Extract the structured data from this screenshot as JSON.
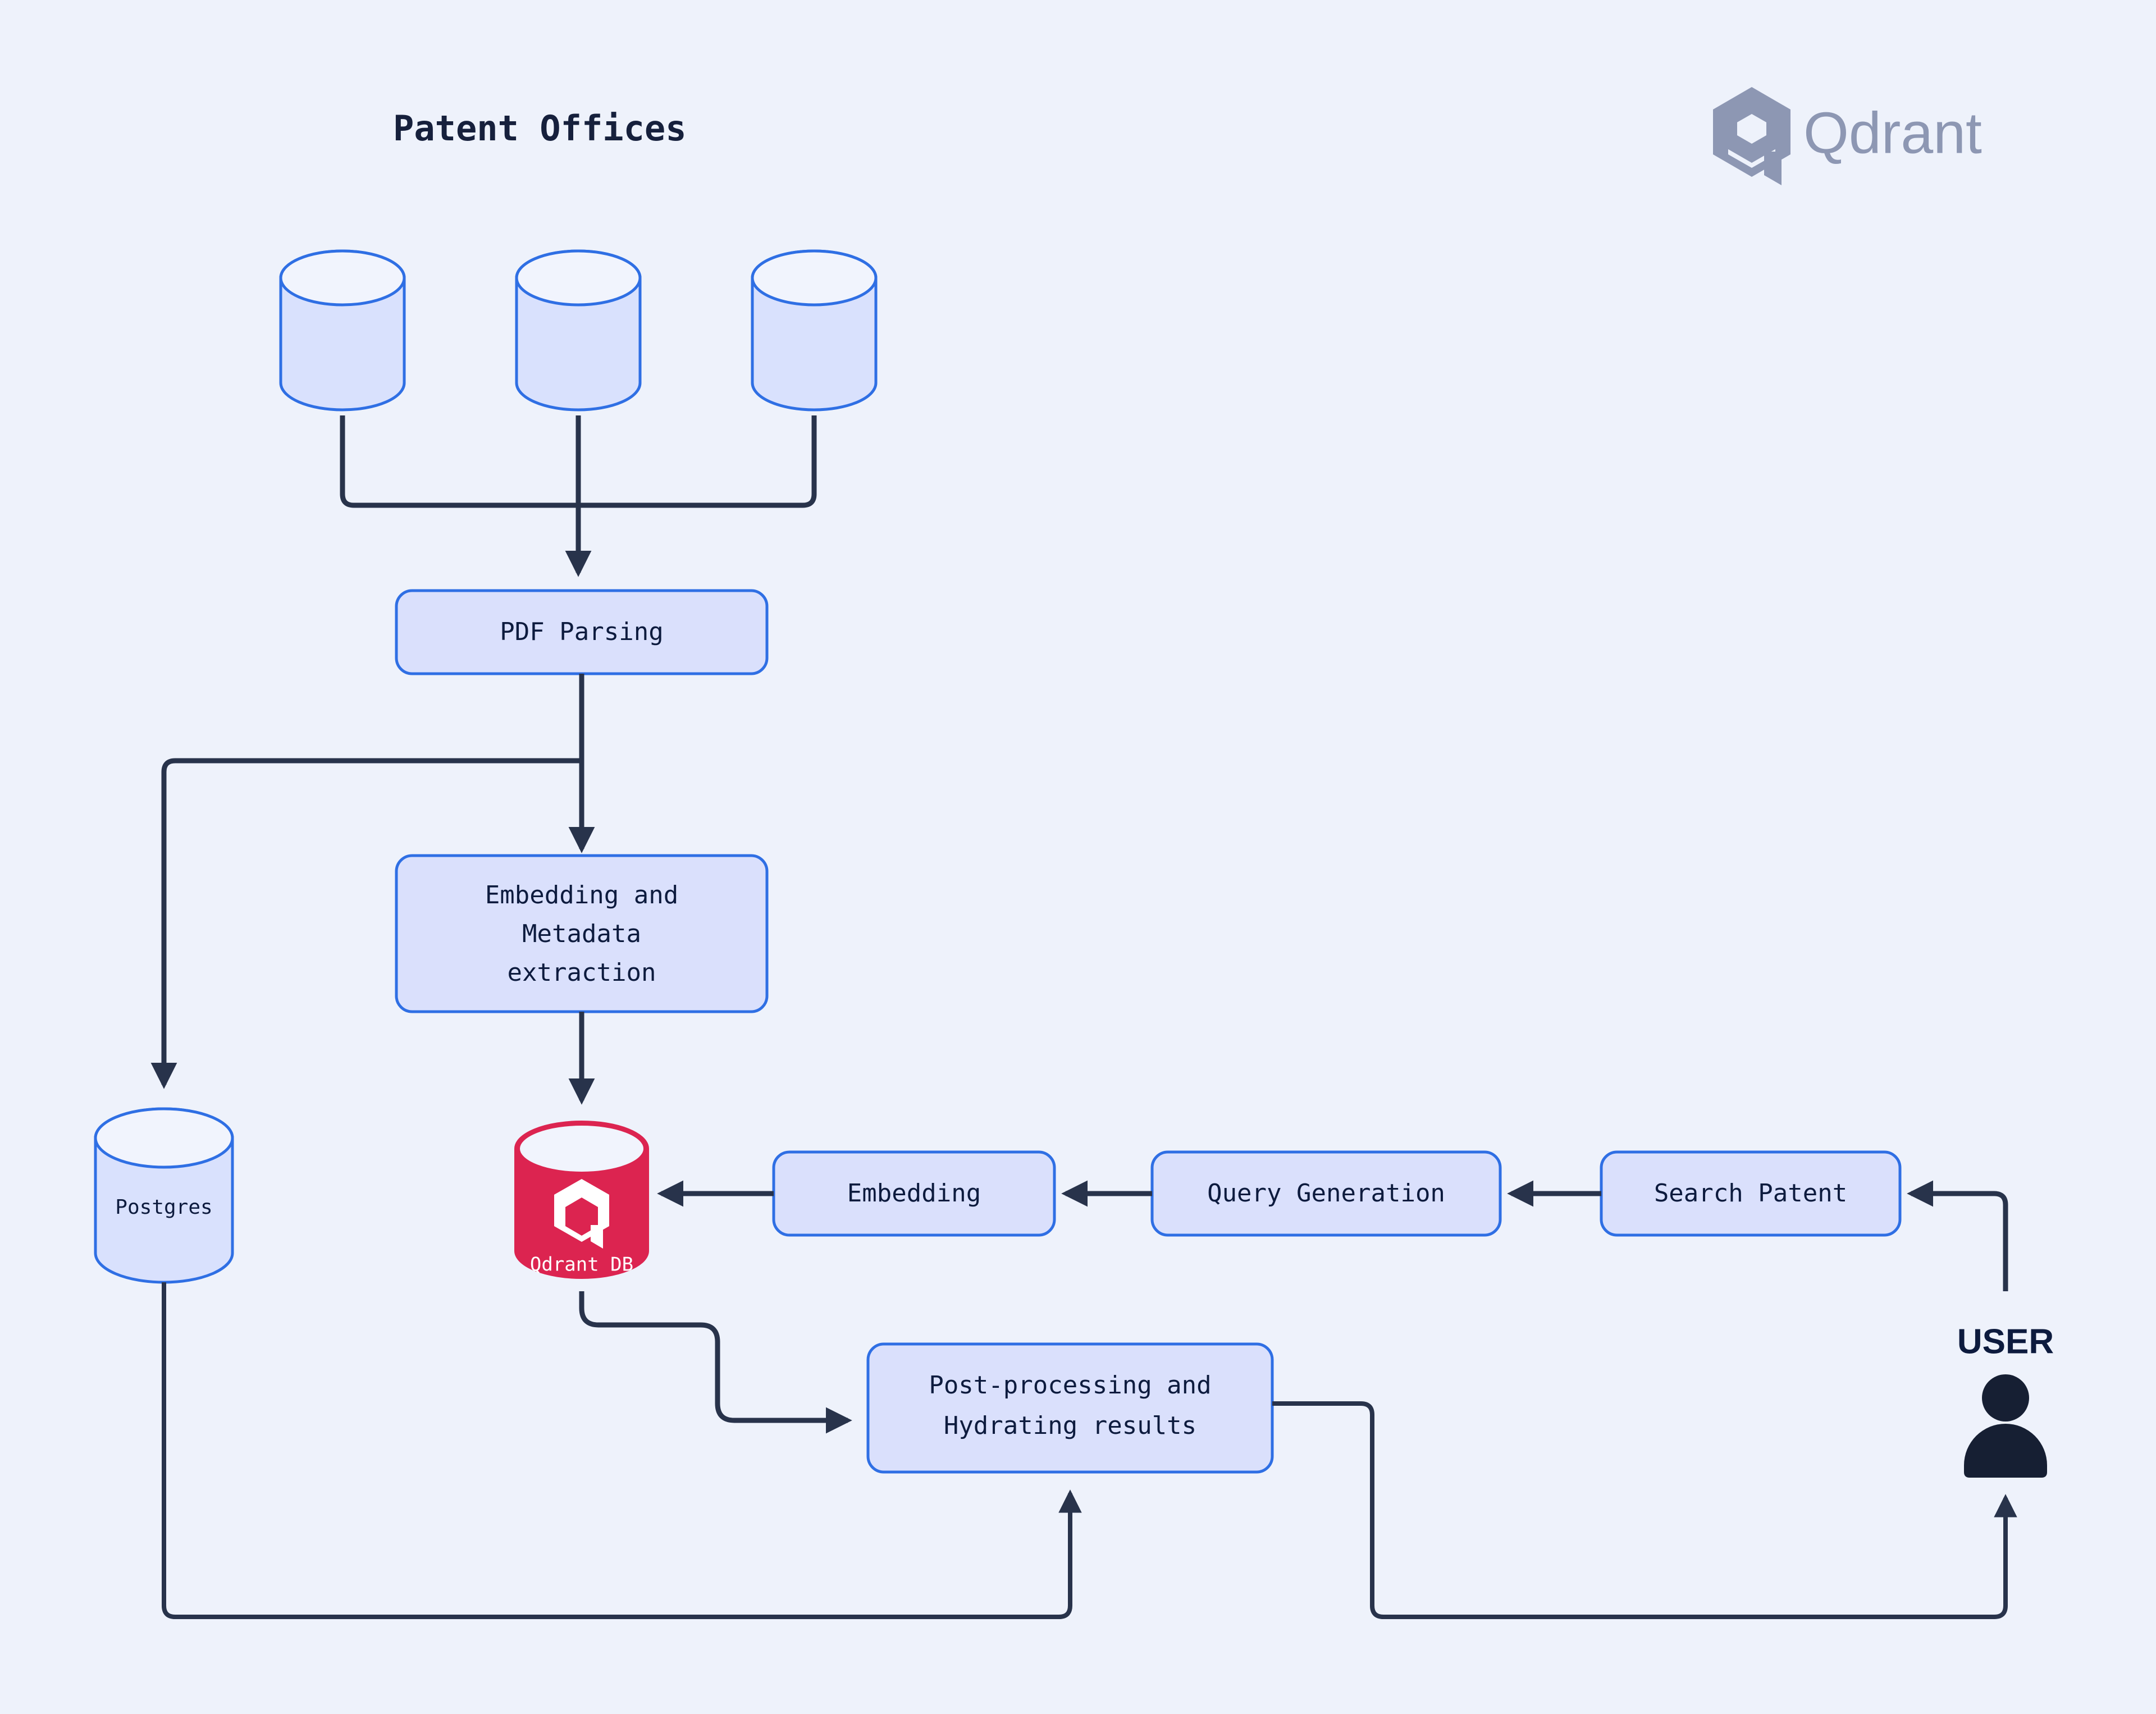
{
  "meta": {
    "diagram_title": "Patent Offices",
    "background_color": "#eef2fb",
    "node_fill": "#dae0fc",
    "node_border": "#2f6fe4",
    "text_color": "#0d1b3e",
    "accent_color": "#dc2450",
    "arrow_color": "#28334b",
    "brand_color": "#8d97b3"
  },
  "brand": {
    "name": "Qdrant",
    "logo_icon": "qdrant-hexagon-logo"
  },
  "sources": {
    "group_title": "Patent Offices",
    "cylinders": [
      {
        "label": ""
      },
      {
        "label": ""
      },
      {
        "label": ""
      }
    ]
  },
  "nodes": {
    "pdf_parsing": {
      "label": "PDF Parsing"
    },
    "embedding_metadata": {
      "line1": "Embedding and",
      "line2": "Metadata",
      "line3": "extraction"
    },
    "postgres": {
      "label": "Postgres"
    },
    "qdrant_db": {
      "label": "Qdrant DB",
      "icon": "qdrant-hexagon-logo"
    },
    "embedding": {
      "label": "Embedding"
    },
    "query_generation": {
      "label": "Query Generation"
    },
    "search_patent": {
      "label": "Search Patent"
    },
    "post_processing": {
      "line1": "Post-processing and",
      "line2": "Hydrating results"
    },
    "user": {
      "label": "USER",
      "icon": "person-icon"
    }
  },
  "chart_data": {
    "type": "diagram",
    "title": "Patent Offices",
    "nodes": [
      {
        "id": "source-1",
        "label": "",
        "shape": "cylinder",
        "group": "Patent Offices"
      },
      {
        "id": "source-2",
        "label": "",
        "shape": "cylinder",
        "group": "Patent Offices"
      },
      {
        "id": "source-3",
        "label": "",
        "shape": "cylinder",
        "group": "Patent Offices"
      },
      {
        "id": "pdf-parsing",
        "label": "PDF Parsing",
        "shape": "rounded-rect"
      },
      {
        "id": "embedding-metadata",
        "label": "Embedding and Metadata extraction",
        "shape": "rounded-rect"
      },
      {
        "id": "postgres",
        "label": "Postgres",
        "shape": "cylinder"
      },
      {
        "id": "qdrant-db",
        "label": "Qdrant DB",
        "shape": "cylinder",
        "color": "#dc2450"
      },
      {
        "id": "embedding",
        "label": "Embedding",
        "shape": "rounded-rect"
      },
      {
        "id": "query-generation",
        "label": "Query Generation",
        "shape": "rounded-rect"
      },
      {
        "id": "search-patent",
        "label": "Search Patent",
        "shape": "rounded-rect"
      },
      {
        "id": "post-processing",
        "label": "Post-processing and Hydrating results",
        "shape": "rounded-rect"
      },
      {
        "id": "user",
        "label": "USER",
        "shape": "actor"
      }
    ],
    "edges": [
      {
        "from": "source-1",
        "to": "pdf-parsing"
      },
      {
        "from": "source-2",
        "to": "pdf-parsing"
      },
      {
        "from": "source-3",
        "to": "pdf-parsing"
      },
      {
        "from": "pdf-parsing",
        "to": "embedding-metadata"
      },
      {
        "from": "pdf-parsing",
        "to": "postgres"
      },
      {
        "from": "embedding-metadata",
        "to": "qdrant-db"
      },
      {
        "from": "user",
        "to": "search-patent"
      },
      {
        "from": "search-patent",
        "to": "query-generation"
      },
      {
        "from": "query-generation",
        "to": "embedding"
      },
      {
        "from": "embedding",
        "to": "qdrant-db"
      },
      {
        "from": "qdrant-db",
        "to": "post-processing"
      },
      {
        "from": "postgres",
        "to": "post-processing"
      },
      {
        "from": "post-processing",
        "to": "user"
      }
    ]
  }
}
